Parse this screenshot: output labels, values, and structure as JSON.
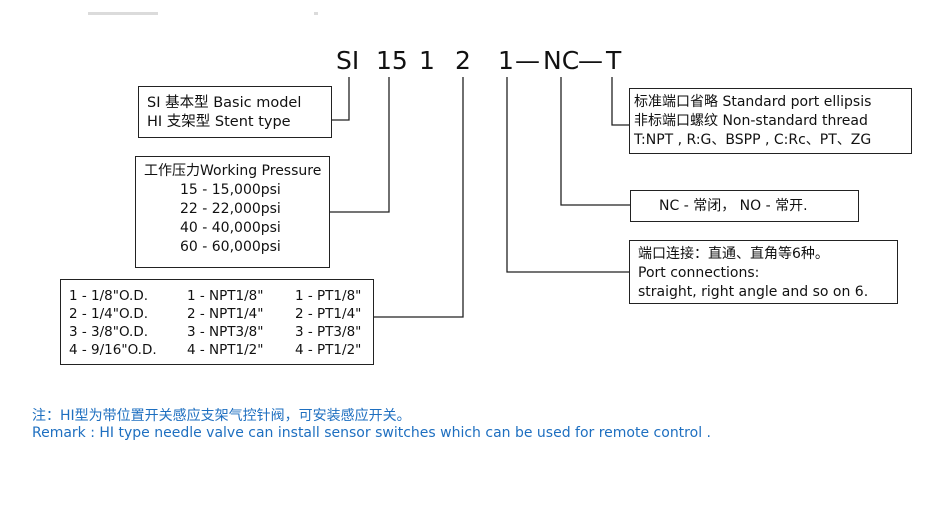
{
  "model_code": {
    "segments": [
      "SI",
      "15",
      "1",
      "2",
      "1",
      "—",
      "NC",
      "—",
      "T"
    ]
  },
  "model_type_box": {
    "lines": [
      "SI 基本型 Basic model",
      "HI 支架型 Stent type"
    ]
  },
  "pressure_box": {
    "title": "工作压力Working Pressure",
    "rows": [
      "15 - 15,000psi",
      "22 - 22,000psi",
      "40 - 40,000psi",
      "60 - 60,000psi"
    ]
  },
  "port_size_box": {
    "rows": [
      [
        "1 - 1/8\"O.D.",
        "1 - NPT1/8\"",
        "1 - PT1/8\""
      ],
      [
        "2 - 1/4\"O.D.",
        "2 - NPT1/4\"",
        "2 - PT1/4\""
      ],
      [
        "3 - 3/8\"O.D.",
        "3 - NPT3/8\"",
        "3 - PT3/8\""
      ],
      [
        "4 - 9/16\"O.D.",
        "4 - NPT1/2\"",
        "4 - PT1/2\""
      ]
    ]
  },
  "thread_box": {
    "lines": [
      "标准端口省略 Standard port ellipsis",
      "非标端口螺纹 Non-standard thread",
      "T:NPT , R:G、BSPP , C:Rc、PT、ZG"
    ]
  },
  "nc_box": {
    "text": "NC - 常闭，   NO - 常开."
  },
  "connection_box": {
    "lines": [
      "端口连接：直通、直角等6种。",
      "Port connections:",
      "straight, right angle and so on 6."
    ]
  },
  "notes": {
    "cn": "注：HI型为带位置开关感应支架气控针阀，可安装感应开关。",
    "en": "Remark : HI type needle valve can install sensor switches  which can be used for remote control  ."
  },
  "colors": {
    "note_blue": "#1e6fc0",
    "line": "#222222"
  }
}
